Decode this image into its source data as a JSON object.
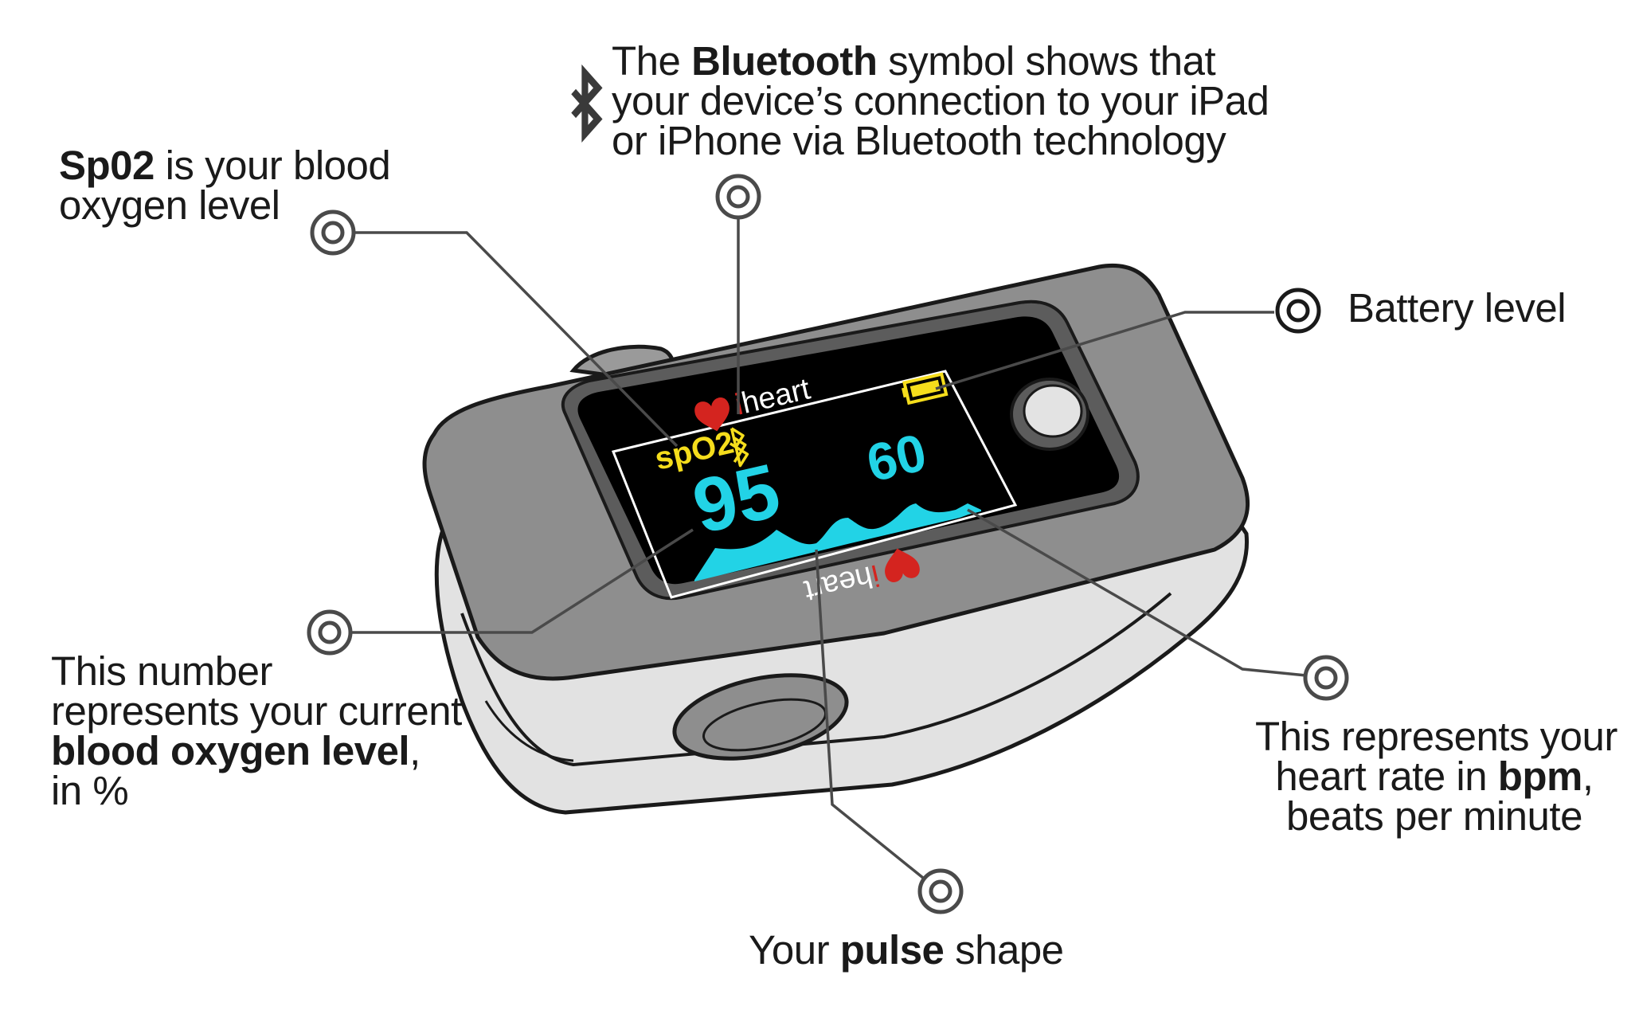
{
  "colors": {
    "screen_text_yellow": "#f5dd1c",
    "screen_text_cyan": "#22d3e6",
    "heart_red": "#d4241f",
    "device_dark_gray": "#8c8c8c",
    "device_light_gray": "#e3e3e3",
    "line_gray": "#4a4a4a"
  },
  "icons": {
    "bluetooth": "bluetooth-icon",
    "battery": "battery-icon",
    "heart_logo": "heart-icon",
    "callout_marker": "target-ring-icon"
  },
  "device": {
    "brand": "iheart",
    "brand_prefix": "i",
    "brand_rest": "heart",
    "screen": {
      "spo2_label": "spO2",
      "spo2_value": "95",
      "heart_rate_value": "60"
    }
  },
  "callouts": {
    "bluetooth": {
      "line1_pre": "The ",
      "line1_bold": "Bluetooth",
      "line1_post": " symbol shows that",
      "line2": "your device’s connection to your iPad",
      "line3": "or iPhone via Bluetooth technology"
    },
    "spo2": {
      "line1_bold": "Sp02",
      "line1_post": " is your blood",
      "line2": "oxygen level"
    },
    "battery": {
      "text": "Battery level"
    },
    "oxygen_number": {
      "line1": "This number",
      "line2": "represents your current",
      "line3_bold": "blood oxygen level",
      "line3_post": ",",
      "line4": "in %"
    },
    "heart_rate": {
      "line1": "This represents your",
      "line2_pre": "heart rate in ",
      "line2_bold": "bpm",
      "line2_post": ",",
      "line3": "beats per minute"
    },
    "pulse": {
      "pre": "Your ",
      "bold": "pulse",
      "post": " shape"
    }
  }
}
